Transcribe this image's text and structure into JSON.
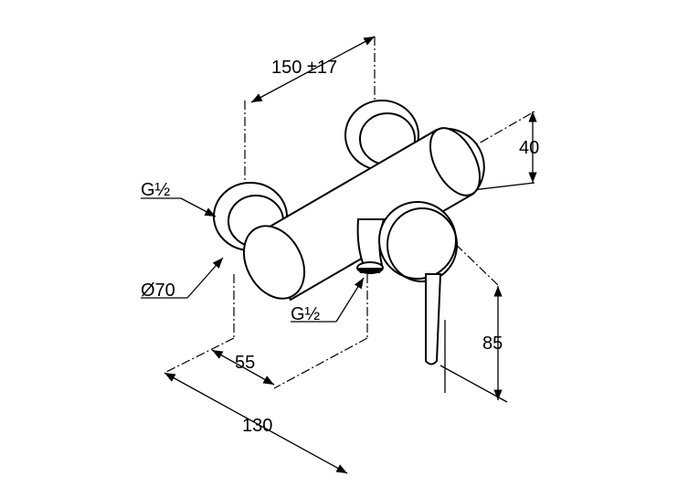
{
  "drawing": {
    "dimensions": {
      "spacing": "150 ±17",
      "height_top": "40",
      "height_outlet": "85",
      "depth_body": "55",
      "depth_total": "130",
      "diameter_rosette": "Ø70"
    },
    "threads": {
      "inlet": "G½",
      "outlet": "G½"
    }
  }
}
